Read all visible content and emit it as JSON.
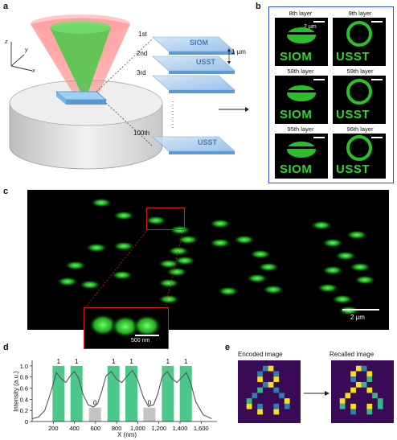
{
  "panels": {
    "a": "a",
    "b": "b",
    "c": "c",
    "d": "d",
    "e": "e"
  },
  "panel_a": {
    "axis_x": "x",
    "axis_y": "y",
    "axis_z": "z",
    "layers": [
      "1st",
      "2nd",
      "3rd",
      "100th"
    ],
    "spacing": "1 µm",
    "slide_texts": [
      "SIOM",
      "USST"
    ]
  },
  "panel_b": {
    "layers": [
      "8th layer",
      "9th layer",
      "58th layer",
      "59th layer",
      "95th layer",
      "96th layer"
    ],
    "scale": "2 µm",
    "words": [
      "SIOM",
      "USST",
      "SIOM",
      "USST",
      "SIOM",
      "USST"
    ]
  },
  "panel_c": {
    "scale": "2 µm",
    "inset_scale": "500 nm"
  },
  "panel_e": {
    "encoded": "Encoded image",
    "recalled": "Recalled image"
  },
  "chart_data": {
    "type": "line",
    "xlabel": "X (nm)",
    "ylabel": "Intensity (a.u.)",
    "xlim": [
      0,
      1750
    ],
    "ylim": [
      0,
      1.1
    ],
    "x_ticks": [
      "200",
      "400",
      "600",
      "800",
      "1,000",
      "1,200",
      "1,400",
      "1,600"
    ],
    "x_tick_values": [
      200,
      400,
      600,
      800,
      1000,
      1200,
      1400,
      1600
    ],
    "y_ticks": [
      "0",
      "0.2",
      "0.4",
      "0.6",
      "0.8",
      "1.0"
    ],
    "y_tick_values": [
      0,
      0.2,
      0.4,
      0.6,
      0.8,
      1.0
    ],
    "bits": [
      {
        "center": 250,
        "label": "1",
        "on": true
      },
      {
        "center": 420,
        "label": "1",
        "on": true
      },
      {
        "center": 595,
        "label": "0",
        "on": false
      },
      {
        "center": 770,
        "label": "1",
        "on": true
      },
      {
        "center": 940,
        "label": "1",
        "on": true
      },
      {
        "center": 1110,
        "label": "0",
        "on": false
      },
      {
        "center": 1285,
        "label": "1",
        "on": true
      },
      {
        "center": 1455,
        "label": "1",
        "on": true
      }
    ],
    "curve": {
      "x": [
        0,
        60,
        120,
        180,
        230,
        270,
        320,
        360,
        400,
        440,
        480,
        530,
        580,
        620,
        660,
        700,
        750,
        800,
        850,
        900,
        950,
        1000,
        1050,
        1100,
        1150,
        1190,
        1230,
        1280,
        1320,
        1370,
        1420,
        1460,
        1500,
        1550,
        1620,
        1700
      ],
      "y": [
        0.05,
        0.08,
        0.2,
        0.55,
        0.88,
        0.78,
        0.7,
        0.82,
        0.9,
        0.78,
        0.5,
        0.3,
        0.26,
        0.32,
        0.55,
        0.82,
        0.9,
        0.76,
        0.7,
        0.82,
        0.92,
        0.75,
        0.45,
        0.27,
        0.3,
        0.5,
        0.8,
        0.9,
        0.78,
        0.7,
        0.8,
        0.88,
        0.7,
        0.35,
        0.12,
        0.05
      ]
    }
  },
  "colors": {
    "bar_on": "#4cc98a",
    "bar_off": "#c4c4c4",
    "curve": "#555555",
    "glow": "#2fe02f",
    "frame": "#2a4fd1",
    "inset_frame": "#d81e1e"
  }
}
